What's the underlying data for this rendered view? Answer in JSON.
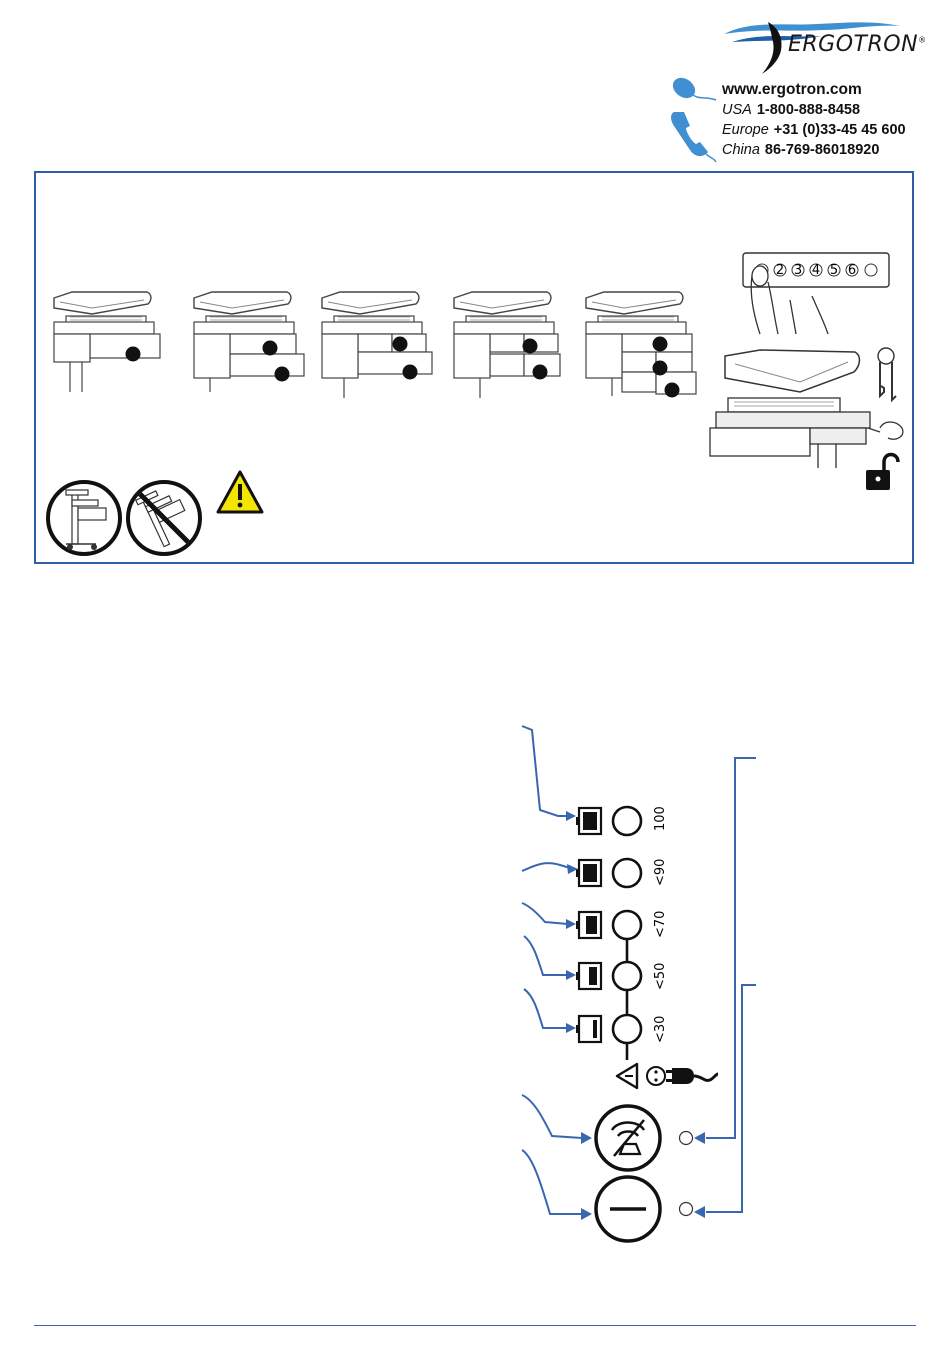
{
  "header": {
    "brand": "ERGOTRON",
    "website": "www.ergotron.com",
    "contacts": [
      {
        "region": "USA",
        "phone": "1-800-888-8458"
      },
      {
        "region": "Europe",
        "phone": "+31 (0)33-45 45 600"
      },
      {
        "region": "China",
        "phone": "86-769-86018920"
      }
    ]
  },
  "keypad": {
    "keys": [
      "1",
      "2",
      "3",
      "4",
      "5",
      "6"
    ]
  },
  "battery_levels": [
    {
      "label": "100"
    },
    {
      "label": "<90"
    },
    {
      "label": "<70"
    },
    {
      "label": "<50"
    },
    {
      "label": "<30"
    }
  ],
  "colors": {
    "frame": "#2f5ea4",
    "leader": "#3a66b0",
    "warning": "#f2e600",
    "icon_blue": "#3f8fd1"
  },
  "icons": {
    "mouse": "mouse-icon",
    "phone": "phone-icon",
    "warning": "warning-triangle-icon",
    "padlock_locked": "padlock-locked-icon",
    "padlock_unlocked": "padlock-unlocked-icon",
    "keys": "keys-icon",
    "mute": "alarm-mute-icon",
    "standby": "standby-icon",
    "plug": "ac-plug-icon"
  }
}
